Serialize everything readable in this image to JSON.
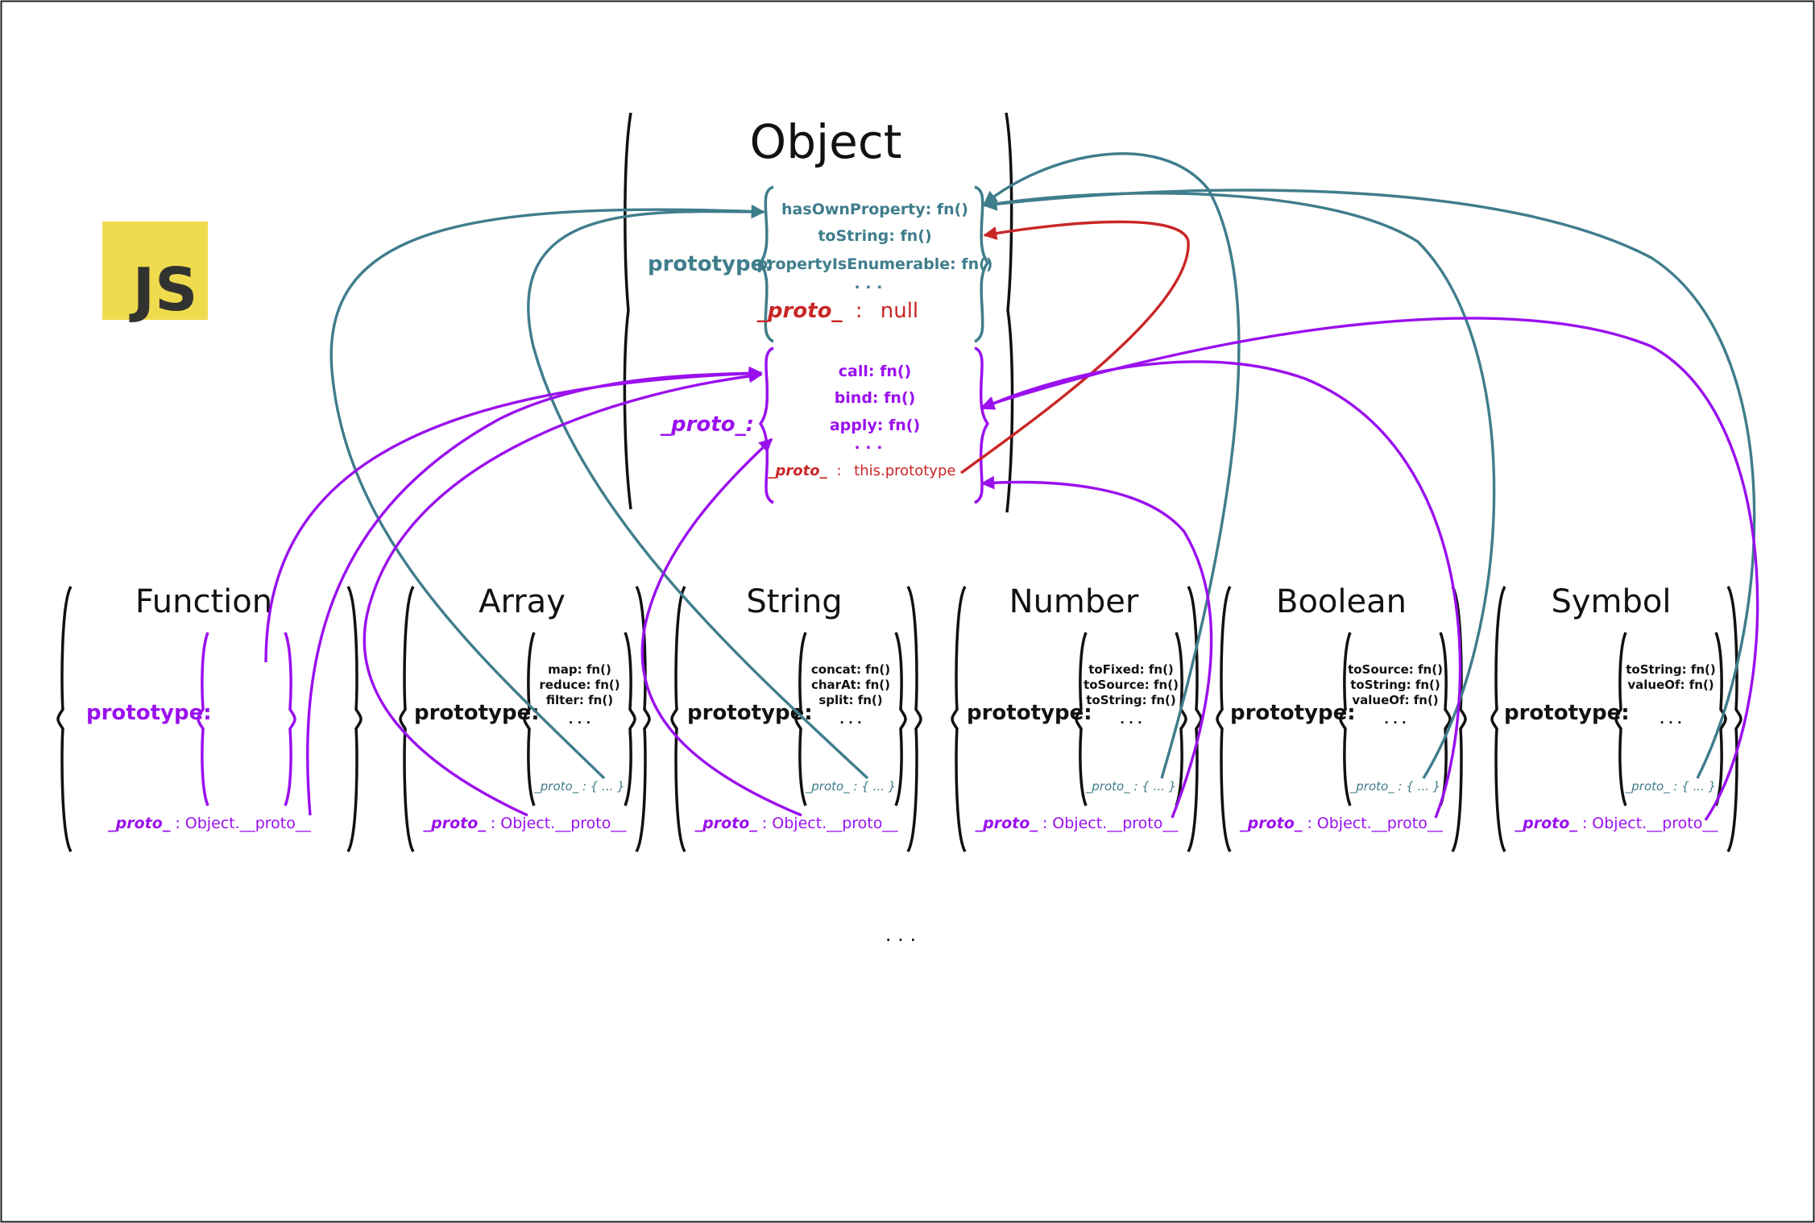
{
  "logo": {
    "text": "JS",
    "bg": "#f0db4f",
    "fg": "#323330"
  },
  "colors": {
    "teal": "#3f7d8c",
    "purple": "#9a10ee",
    "red": "#c92626",
    "black": "#111111"
  },
  "object": {
    "title": "Object",
    "prototype_label": "prototype:",
    "prototype_methods": [
      "hasOwnProperty: fn()",
      "toString: fn()",
      "propertyIsEnumerable: fn()"
    ],
    "prototype_ellipsis": ". . .",
    "prototype_proto_key": "_proto_",
    "prototype_proto_sep": ":",
    "prototype_proto_value": "null",
    "proto_label": "_proto_:",
    "proto_methods": [
      "call: fn()",
      "bind: fn()",
      "apply: fn()"
    ],
    "proto_ellipsis": ". . .",
    "proto_proto_key": "_proto_",
    "proto_proto_sep": ":",
    "proto_proto_value": "this.prototype"
  },
  "constructors": [
    {
      "name": "Function",
      "prototype_label": "prototype:",
      "methods": [],
      "ellipsis": "",
      "inner_proto": "",
      "bottom_key": "_proto_",
      "bottom_value": ":  Object.__proto__"
    },
    {
      "name": "Array",
      "prototype_label": "prototype:",
      "methods": [
        "map: fn()",
        "reduce: fn()",
        "filter: fn()"
      ],
      "ellipsis": ". . .",
      "inner_proto": "_proto_ : { ... }",
      "bottom_key": "_proto_",
      "bottom_value": ": Object.__proto__"
    },
    {
      "name": "String",
      "prototype_label": "prototype:",
      "methods": [
        "concat: fn()",
        "charAt: fn()",
        "split: fn()"
      ],
      "ellipsis": ". . .",
      "inner_proto": "_proto_ : { ... }",
      "bottom_key": "_proto_",
      "bottom_value": ": Object.__proto__"
    },
    {
      "name": "Number",
      "prototype_label": "prototype:",
      "methods": [
        "toFixed: fn()",
        "toSource: fn()",
        "toString: fn()"
      ],
      "ellipsis": ". . .",
      "inner_proto": "_proto_ : { ... }",
      "bottom_key": "_proto_",
      "bottom_value": ": Object.__proto__"
    },
    {
      "name": "Boolean",
      "prototype_label": "prototype:",
      "methods": [
        "toSource: fn()",
        "toString: fn()",
        "valueOf: fn()"
      ],
      "ellipsis": ". . .",
      "inner_proto": "_proto_ : { ... }",
      "bottom_key": "_proto_",
      "bottom_value": ": Object.__proto__"
    },
    {
      "name": "Symbol",
      "prototype_label": "prototype:",
      "methods": [
        "toString: fn()",
        "valueOf: fn()"
      ],
      "ellipsis": ". . .",
      "inner_proto": "_proto_ : { ... }",
      "bottom_key": "_proto_",
      "bottom_value": ": Object.__proto__"
    }
  ],
  "more": ". . ."
}
